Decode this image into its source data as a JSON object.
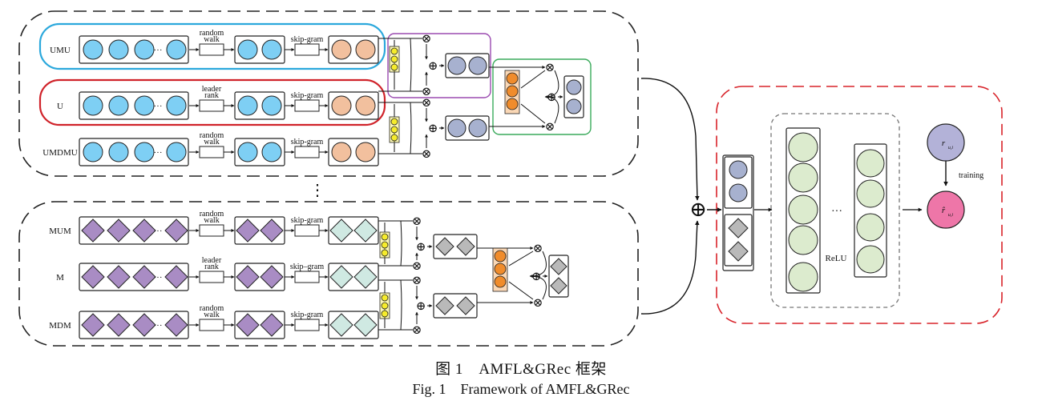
{
  "upper_rows": [
    {
      "label": "UMU",
      "walk": [
        "random",
        "walk"
      ],
      "frame": "blue"
    },
    {
      "label": "U",
      "walk": [
        "leader",
        "rank"
      ],
      "frame": "red"
    },
    {
      "label": "UMDMU",
      "walk": [
        "random",
        "walk"
      ],
      "frame": "none"
    }
  ],
  "lower_rows": [
    {
      "label": "MUM",
      "walk": [
        "random",
        "walk"
      ]
    },
    {
      "label": "M",
      "walk": [
        "leader",
        "rank"
      ]
    },
    {
      "label": "MDM",
      "walk": [
        "random",
        "walk"
      ]
    }
  ],
  "embed_label": "skip-gram",
  "upper_embed_labels": [
    "skip-gram",
    "skip-gram",
    "skip-gram"
  ],
  "lower_embed_labels": [
    "skip-gram",
    "skip–gram",
    "skip-gram"
  ],
  "ellipsis": "···",
  "vertical_ellipsis": "⋮",
  "ops": {
    "mul": "⊗",
    "add": "⊕"
  },
  "mlp_ellipsis": "···",
  "activation_label": "ReLU",
  "training_label": "training",
  "target_label": "r",
  "target_sub": "u,i",
  "pred_label": "r̂",
  "pred_sub": "u,i",
  "caption_cn": "图 1　AMFL&GRec 框架",
  "caption_en": "Fig. 1　Framework of AMFL&GRec",
  "colors": {
    "user_node": "#7ecff4",
    "user_emb": "#f2c09e",
    "item_node": "#a98cc4",
    "item_emb": "#cfe9e2",
    "attn": "#f6ec2c",
    "fused_user": "#a7b1cf",
    "fused_item": "#b9b9b9",
    "attn_orange": "#f08c2c",
    "mlp": "#dcebce",
    "target": "#b3b2d8",
    "pred": "#ee76a8",
    "blue_frame": "#2ba8dc",
    "red_frame": "#d0232a",
    "purple_frame": "#9b4bb0",
    "green_frame": "#3aaa5b",
    "pred_frame": "#d8232a"
  }
}
